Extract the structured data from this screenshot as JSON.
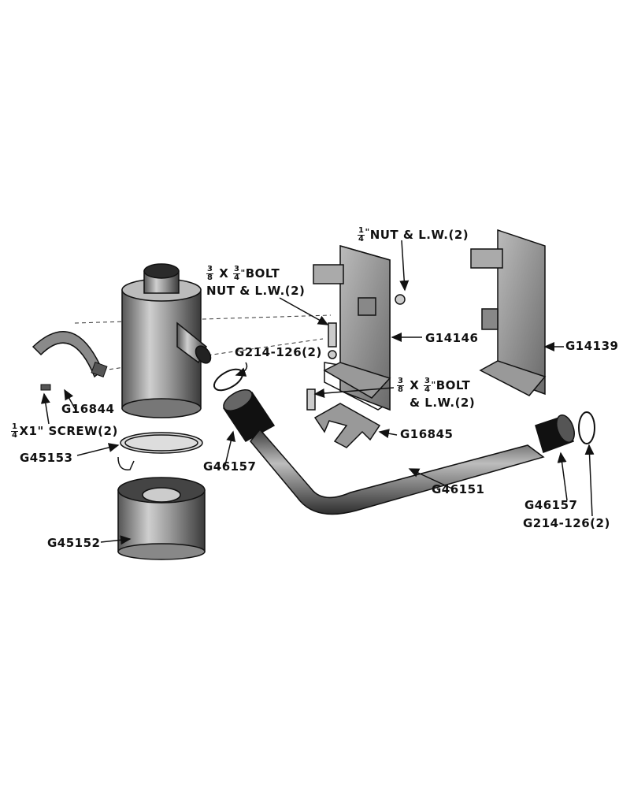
{
  "parts": {
    "g16844": "G16844",
    "screw": {
      "num": "1",
      "den": "4",
      "rest": "X1\" SCREW(2)"
    },
    "g45153": "G45153",
    "g45152": "G45152",
    "g46157_left": "G46157",
    "bolt_top": {
      "n1": "3",
      "d1": "8",
      "mid": "X",
      "n2": "3",
      "d2": "4",
      "rest": "BOLT",
      "line2": "NUT & L.W.(2)"
    },
    "g214_left": "G214-126(2)",
    "nut_top": {
      "num": "1",
      "den": "4",
      "rest": "NUT & L.W.(2)"
    },
    "g14146": "G14146",
    "g14139": "G14139",
    "bolt_mid": {
      "n1": "3",
      "d1": "8",
      "mid": "X",
      "n2": "3",
      "d2": "4",
      "rest": "BOLT",
      "line2": "& L.W.(2)"
    },
    "g16845": "G16845",
    "g46151": "G46151",
    "g46157_right": "G46157",
    "g214_right": "G214-126(2)"
  }
}
